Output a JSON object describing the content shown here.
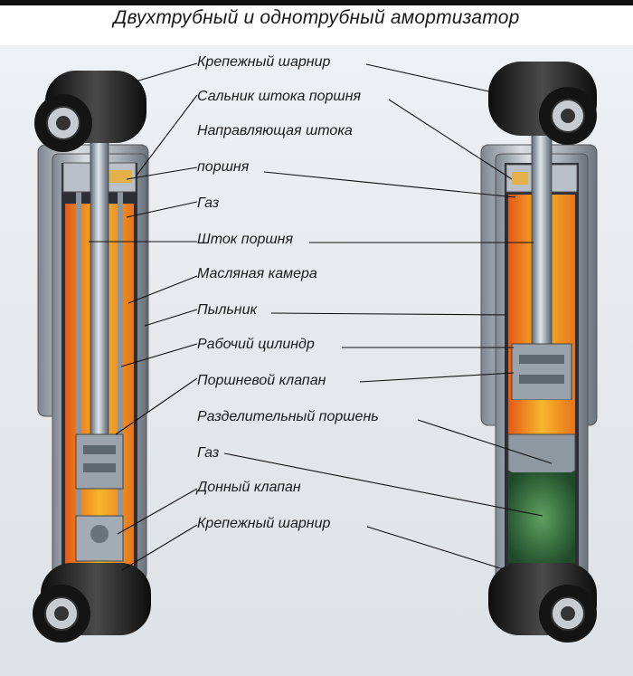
{
  "title": "Двухтрубный и однотрубный амортизатор",
  "labels": [
    {
      "id": "mount-top",
      "text": "Крепежный шарнир"
    },
    {
      "id": "rod-seal",
      "text": "Сальник штока поршня"
    },
    {
      "id": "rod-guide",
      "text": "Направляющая штока"
    },
    {
      "id": "piston",
      "text": "поршня"
    },
    {
      "id": "gas-top",
      "text": "Газ"
    },
    {
      "id": "piston-rod",
      "text": "Шток поршня"
    },
    {
      "id": "oil-chamber",
      "text": "Масляная камера"
    },
    {
      "id": "dust-cover",
      "text": "Пыльник"
    },
    {
      "id": "work-cylinder",
      "text": "Рабочий цилиндр"
    },
    {
      "id": "piston-valve",
      "text": "Поршневой клапан"
    },
    {
      "id": "separating-piston",
      "text": "Разделительный поршень"
    },
    {
      "id": "gas-bottom",
      "text": "Газ"
    },
    {
      "id": "bottom-valve",
      "text": "Донный клапан"
    },
    {
      "id": "mount-bottom",
      "text": "Крепежный шарнир"
    }
  ],
  "colors": {
    "oil": "#f0a020",
    "oil_dark": "#d8601a",
    "gas": "#2e6b3a",
    "metal": "#aeb6be",
    "rubber": "#1c1c1c"
  }
}
